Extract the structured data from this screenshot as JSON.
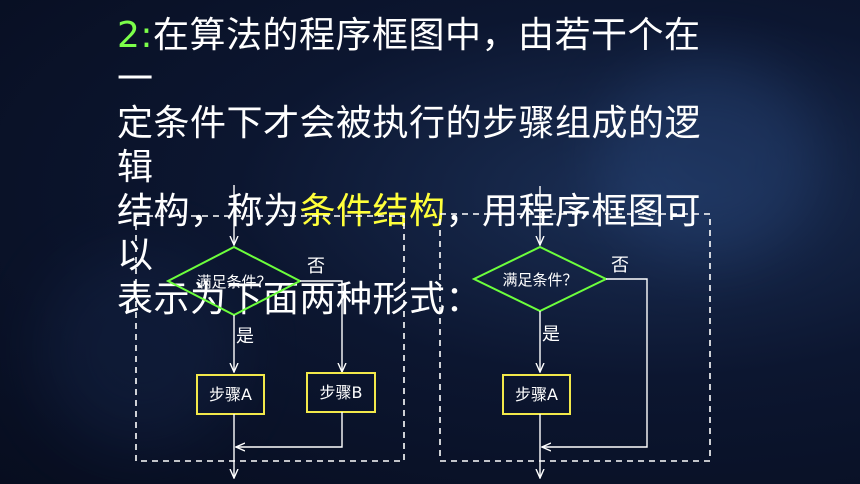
{
  "heading": {
    "num": "2:",
    "line1_text": "在算法的程序框图中，由若干个在一",
    "line2": "定条件下才会被执行的步骤组成的逻辑",
    "line3_pre": "结构，称为",
    "line3_hl": "条件结构",
    "line3_post": "，用程序框图可以",
    "line4": "表示为下面两种形式："
  },
  "diagram_left": {
    "condition": "满足条件？",
    "yes": "是",
    "no": "否",
    "step_a": "步骤A",
    "step_b": "步骤B"
  },
  "diagram_right": {
    "condition": "满足条件？",
    "yes": "是",
    "no": "否",
    "step_a": "步骤A"
  },
  "colors": {
    "heading_number": "#7cff4a",
    "highlight": "#ffff3a",
    "diamond_stroke": "#6cff3c",
    "box_stroke": "#f2e84a"
  }
}
